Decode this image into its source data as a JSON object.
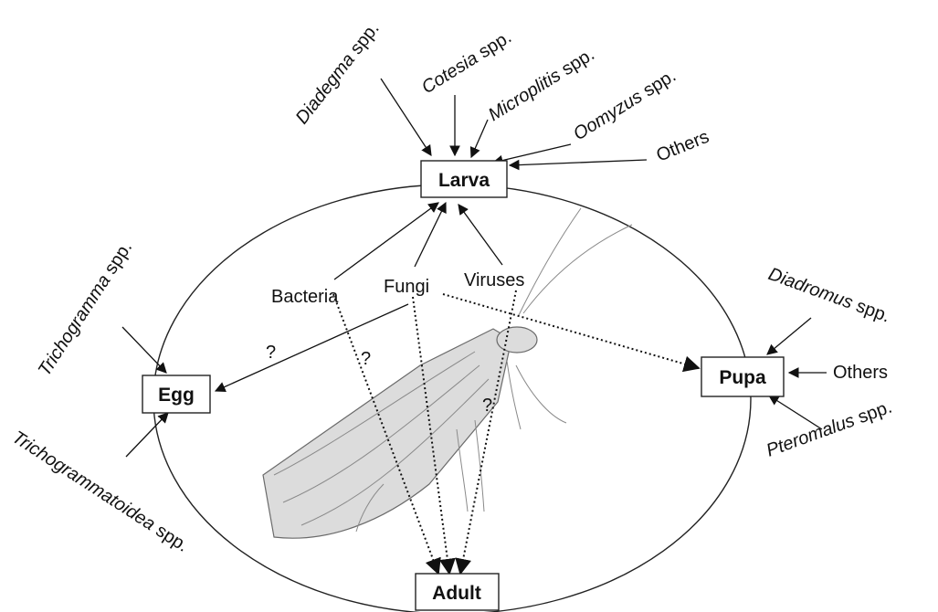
{
  "stages": {
    "larva": "Larva",
    "egg": "Egg",
    "pupa": "Pupa",
    "adult": "Adult"
  },
  "larva_parasitoids": {
    "diadegma_genus": "Diadegma",
    "cotesia_genus": "Cotesia",
    "microplitis_genus": "Microplitis",
    "oomyzus_genus": "Oomyzus",
    "spp": " spp.",
    "others": "Others"
  },
  "egg_parasitoids": {
    "trichogramma_genus": "Trichogramma",
    "trichogrammatoidea_genus": "Trichogrammatoidea",
    "spp": " spp."
  },
  "pupa_parasitoids": {
    "diadromus_genus": "Diadromus",
    "pteromalus_genus": "Pteromalus",
    "spp": " spp.",
    "others": "Others"
  },
  "pathogens": {
    "bacteria": "Bacteria",
    "fungi": "Fungi",
    "viruses": "Viruses",
    "unknown_mark": "?"
  }
}
